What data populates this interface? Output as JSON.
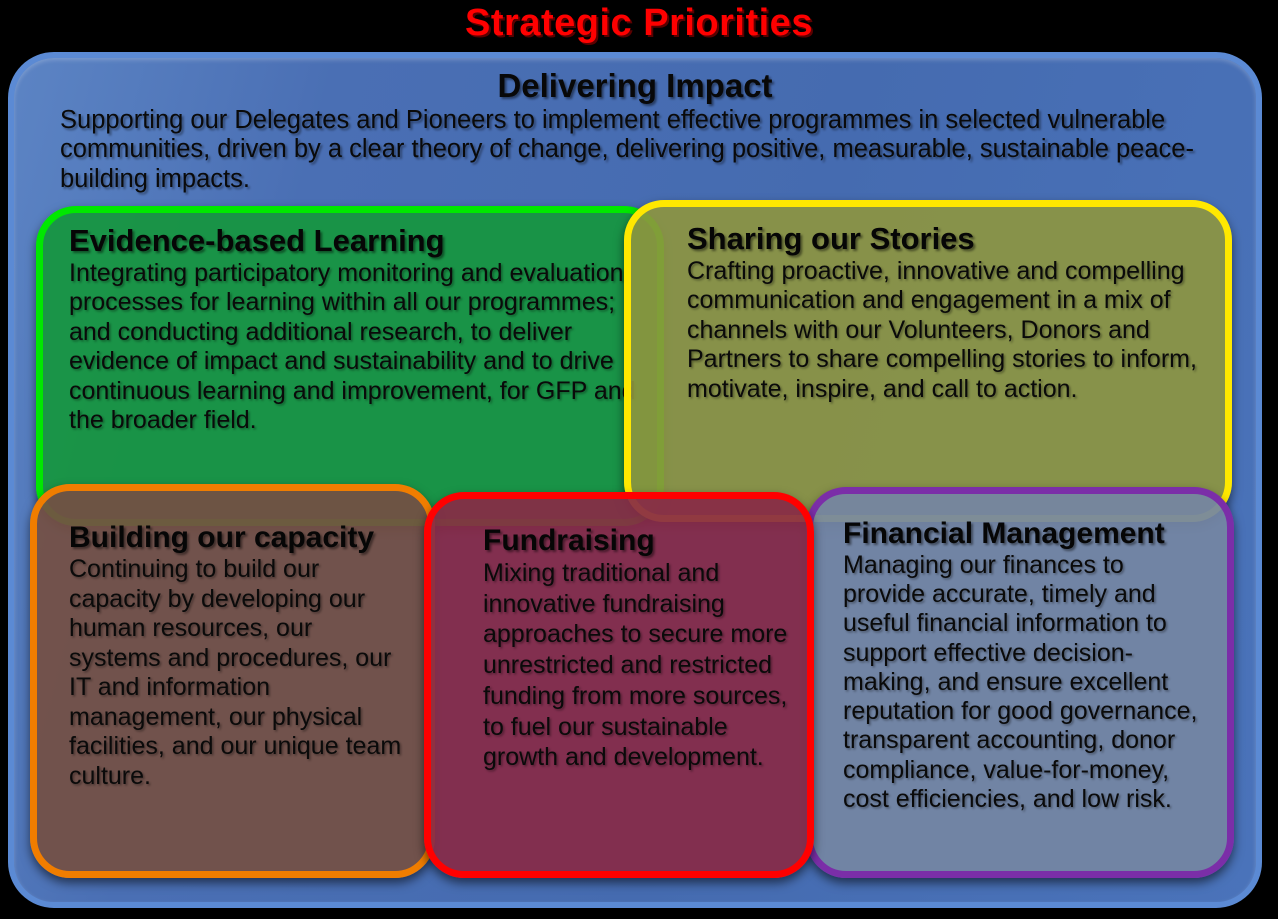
{
  "title": "Strategic Priorities",
  "container": {
    "heading": "Delivering Impact",
    "description": "Supporting our Delegates and Pioneers to implement effective programmes in selected vulnerable communities, driven by a clear theory of change, delivering positive, measurable, sustainable peace-building impacts.",
    "fill_color": "#4A6FB4",
    "border_color": "#5B8AD4"
  },
  "cards": [
    {
      "heading": "Evidence-based Learning",
      "description": "Integrating participatory monitoring and evaluation processes for learning within all our programmes; and conducting additional research, to deliver evidence of impact and sustainability and to drive continuous learning and improvement, for GFP and the broader field.",
      "fill_color": "#16963E",
      "border_color": "#00E800"
    },
    {
      "heading": "Sharing our Stories",
      "description": "Crafting proactive, innovative and compelling communication and engagement in a mix of channels with our Volunteers, Donors and Partners to share compelling stories to inform, motivate, inspire, and call to action.",
      "fill_color": "#8E963E",
      "border_color": "#FFE800"
    },
    {
      "heading": "Building our capacity",
      "description": "Continuing to build our capacity by developing our human resources, our systems and procedures, our IT and information management, our physical facilities, and our unique team culture.",
      "fill_color": "#745044",
      "border_color": "#F07D00"
    },
    {
      "heading": "Fundraising",
      "description": "Mixing traditional and innovative fundraising approaches to secure more unrestricted and restricted funding from more sources, to fuel our sustainable growth and development.",
      "fill_color": "#882A46",
      "border_color": "#FF0000"
    },
    {
      "heading": "Financial Management",
      "description": "Managing our finances to provide accurate, timely and useful financial information to support effective decision-making, and ensure excellent reputation for good governance, transparent accounting, donor compliance, value-for-money, cost efficiencies, and low risk.",
      "fill_color": "#7485A3",
      "border_color": "#7B2EA8"
    }
  ]
}
